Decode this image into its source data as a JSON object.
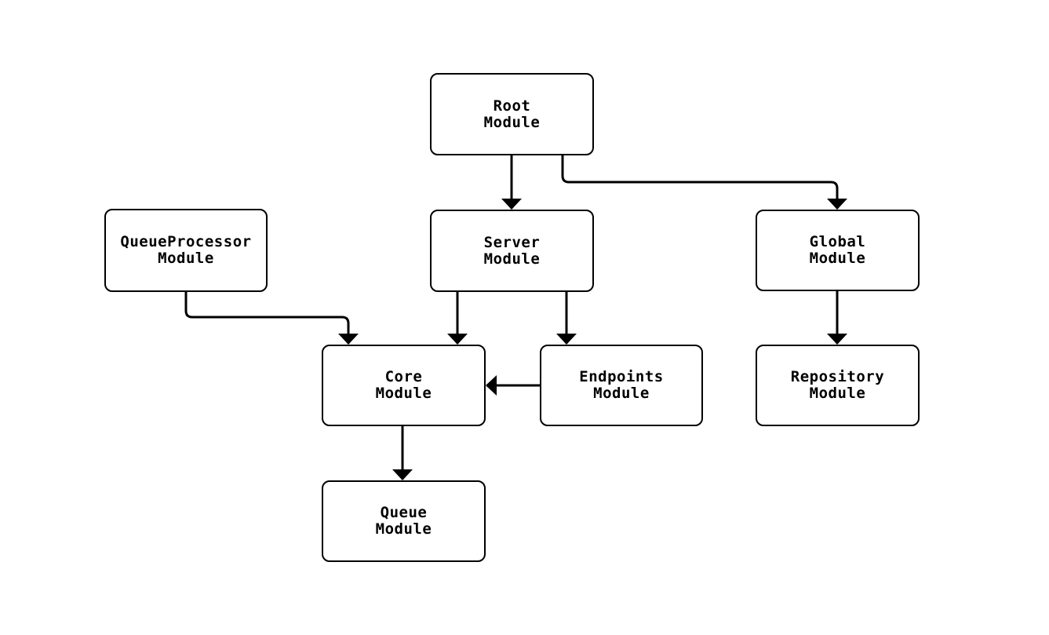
{
  "diagram": {
    "type": "flowchart",
    "background_color": "#ffffff",
    "node_border_color": "#000000",
    "node_fill_color": "#ffffff",
    "edge_color": "#000000",
    "text_color": "#000000",
    "nodes": {
      "root": {
        "label": "Root\nModule"
      },
      "queueprocessor": {
        "label": "QueueProcessor\nModule"
      },
      "server": {
        "label": "Server\nModule"
      },
      "global": {
        "label": "Global\nModule"
      },
      "core": {
        "label": "Core\nModule"
      },
      "endpoints": {
        "label": "Endpoints\nModule"
      },
      "repository": {
        "label": "Repository\nModule"
      },
      "queue": {
        "label": "Queue\nModule"
      }
    },
    "edges": [
      {
        "from": "Root Module",
        "to": "Server Module"
      },
      {
        "from": "Root Module",
        "to": "Global Module"
      },
      {
        "from": "QueueProcessor Module",
        "to": "Core Module"
      },
      {
        "from": "Server Module",
        "to": "Core Module"
      },
      {
        "from": "Server Module",
        "to": "Endpoints Module"
      },
      {
        "from": "Endpoints Module",
        "to": "Core Module"
      },
      {
        "from": "Global Module",
        "to": "Repository Module"
      },
      {
        "from": "Core Module",
        "to": "Queue Module"
      }
    ]
  }
}
